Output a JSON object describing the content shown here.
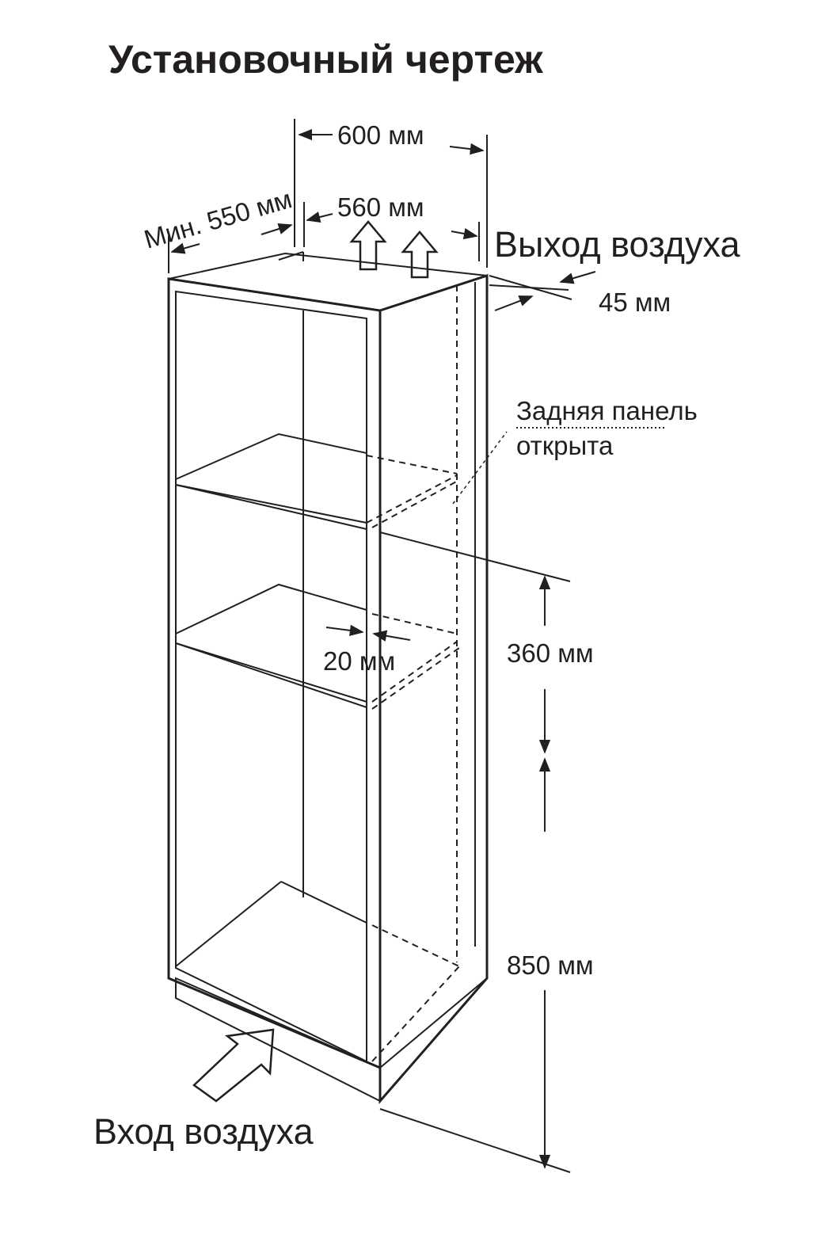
{
  "title": "Установочный чертеж",
  "labels": {
    "width_outer": "600 мм",
    "width_inner": "560 мм",
    "depth_min": "Мин. 550 мм",
    "air_out": "Выход воздуха",
    "gap_rear": "45 мм",
    "rear_panel_line1": "Задняя панель",
    "rear_panel_line2": "открыта",
    "shelf_gap": "20 мм",
    "height_oven": "360 мм",
    "height_floor": "850 мм",
    "air_in": "Вход воздуха"
  },
  "colors": {
    "line": "#231f20",
    "background": "#ffffff"
  }
}
